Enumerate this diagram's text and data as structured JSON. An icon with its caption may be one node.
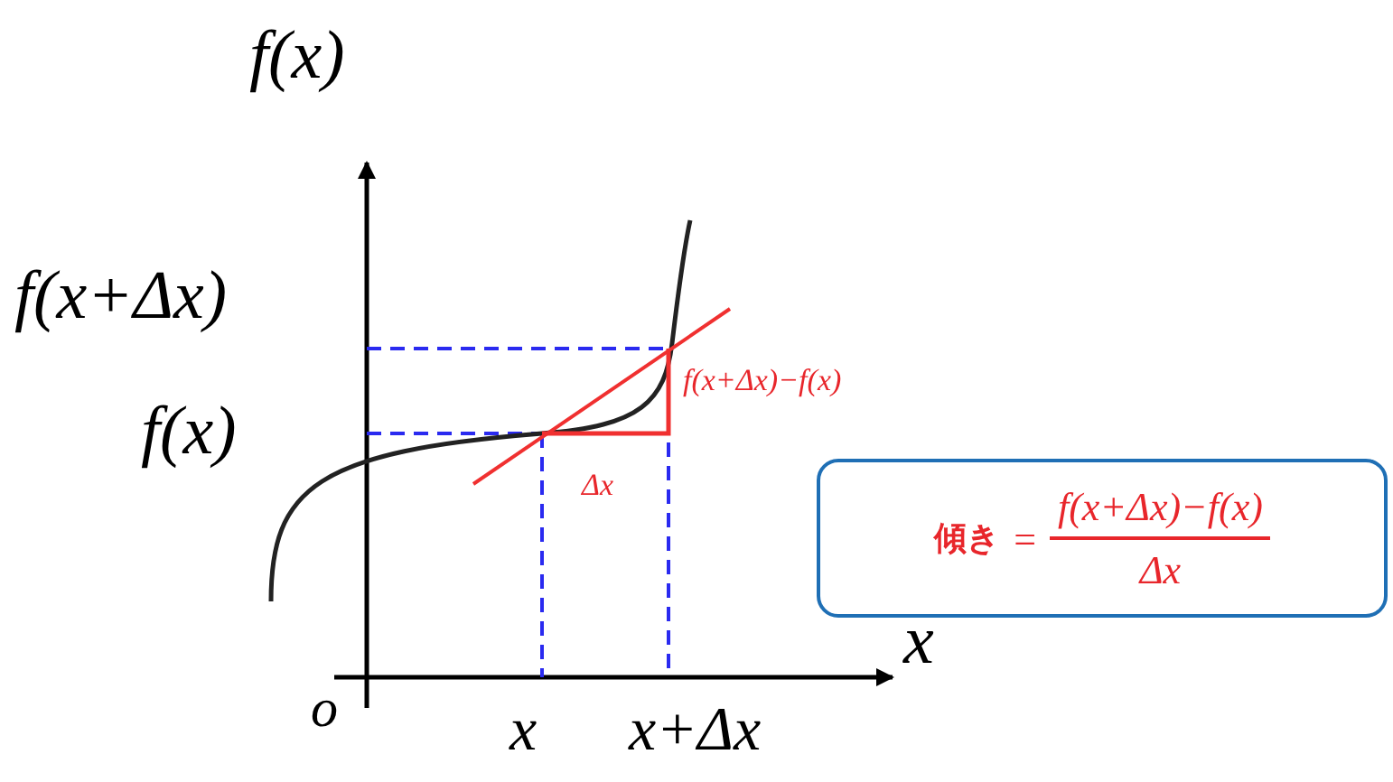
{
  "diagram": {
    "nodes": [
      {
        "text": [
          "傾き",
          "=",
          "f(x+Δx)−f(x)",
          "Δx"
        ]
      }
    ],
    "labels": [
      "f(x)",
      "f(x+Δx)",
      "f(x+Δx)−f(x)",
      "f(x)",
      "Δx",
      "x",
      "o",
      "x",
      "x+Δx"
    ]
  }
}
